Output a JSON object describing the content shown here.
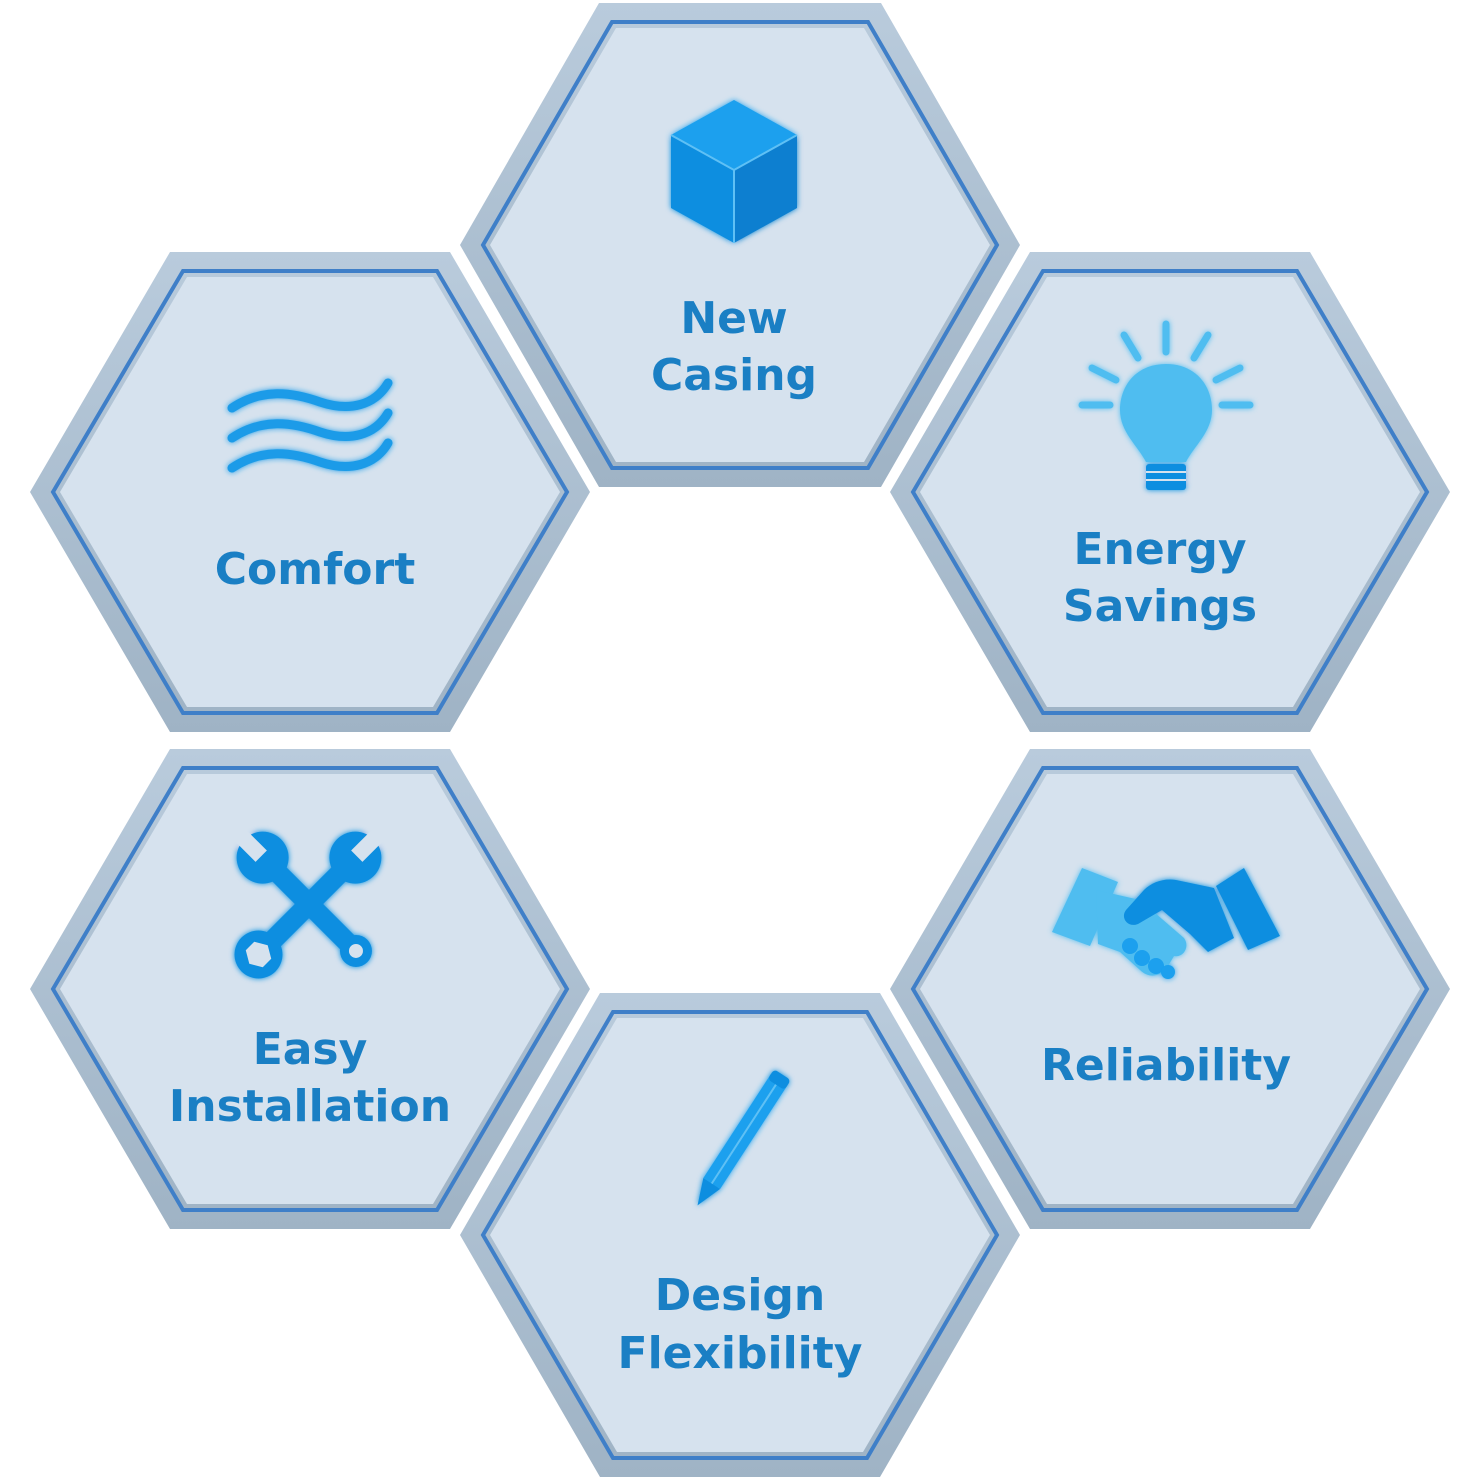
{
  "colors": {
    "frame_outer": "#a9bfd3",
    "frame_inner_line": "#3f7fc8",
    "hex_fill": "#d6e2ee",
    "icon_primary": "#0e8ee0",
    "icon_light": "#4fbdf0",
    "label": "#1a7fc4"
  },
  "hexagons": [
    {
      "id": "new-casing",
      "icon": "cube-icon",
      "lines": [
        "New",
        "Casing"
      ]
    },
    {
      "id": "comfort",
      "icon": "airflow-waves-icon",
      "lines": [
        "Comfort"
      ]
    },
    {
      "id": "energy-savings",
      "icon": "light-bulb-icon",
      "lines": [
        "Energy",
        "Savings"
      ]
    },
    {
      "id": "easy-installation",
      "icon": "wrench-tools-icon",
      "lines": [
        "Easy",
        "Installation"
      ]
    },
    {
      "id": "reliability",
      "icon": "handshake-icon",
      "lines": [
        "Reliability"
      ]
    },
    {
      "id": "design-flexibility",
      "icon": "pencil-icon",
      "lines": [
        "Design",
        "Flexibility"
      ]
    }
  ]
}
